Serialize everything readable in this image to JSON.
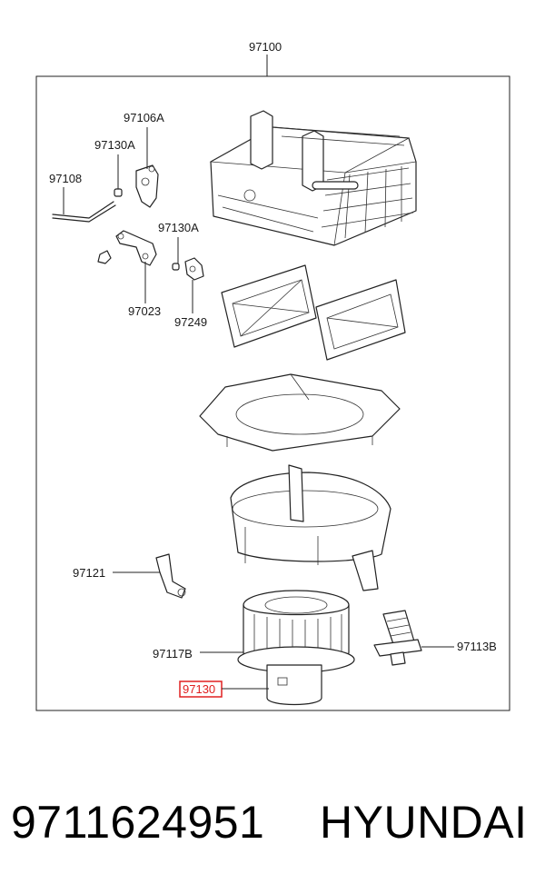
{
  "diagram": {
    "assembly_label": "97100",
    "callouts": [
      {
        "id": "c-97106a",
        "text": "97106A"
      },
      {
        "id": "c-97130a-1",
        "text": "97130A"
      },
      {
        "id": "c-97108",
        "text": "97108"
      },
      {
        "id": "c-97130a-2",
        "text": "97130A"
      },
      {
        "id": "c-97023",
        "text": "97023"
      },
      {
        "id": "c-97249",
        "text": "97249"
      },
      {
        "id": "c-97121",
        "text": "97121"
      },
      {
        "id": "c-97117b",
        "text": "97117B"
      },
      {
        "id": "c-97113b",
        "text": "97113B"
      },
      {
        "id": "c-97130",
        "text": "97130",
        "highlighted": true,
        "highlight_color": "#e02020"
      }
    ]
  },
  "caption": {
    "part_number": "9711624951",
    "brand": "HYUNDAI"
  }
}
